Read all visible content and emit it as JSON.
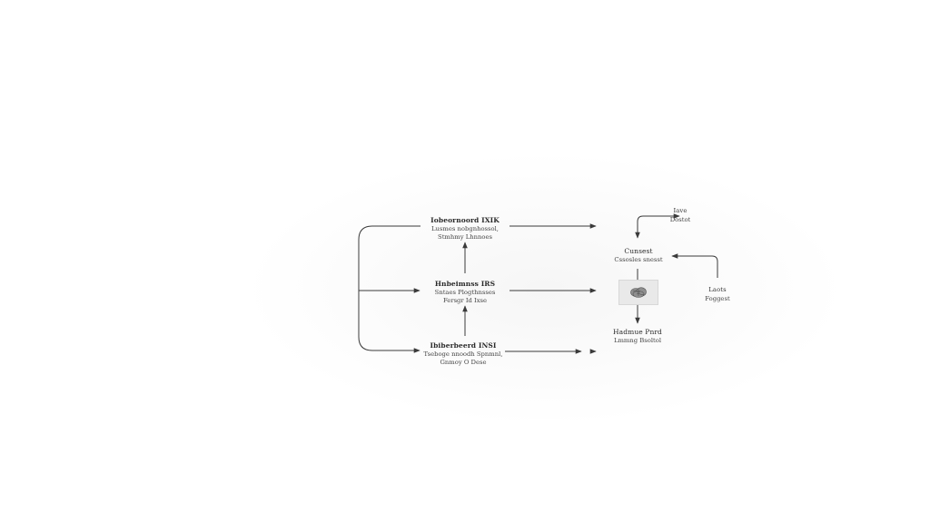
{
  "nodes": {
    "top_left": {
      "title": "Iobeornoord IXIK",
      "line1": "Lusmes nobgnhossol,",
      "line2": "Stmhmy Lhnnoes"
    },
    "mid_left": {
      "title": "Hnbeimnss IRS",
      "line1": "Sntaes Plogthnsses",
      "line2": "Fersgr Id Ixse"
    },
    "bottom_left": {
      "title": "Ibiberbeerd INSI",
      "line1": "Tseboge nnoodh Spnmnl,",
      "line2": "Gnmoy O Dese"
    },
    "top_right": {
      "title": "Iave",
      "line1": "Dostot"
    },
    "center": {
      "title": "Cunsest",
      "line1": "Cssosles snesst"
    },
    "right": {
      "title": "Laots",
      "line1": "Foggest"
    },
    "bottom_center": {
      "title": "Hadmue Pnrd",
      "line1": "Lmmng Bsoltol"
    }
  },
  "icons": {
    "center_box": "brain-icon"
  }
}
